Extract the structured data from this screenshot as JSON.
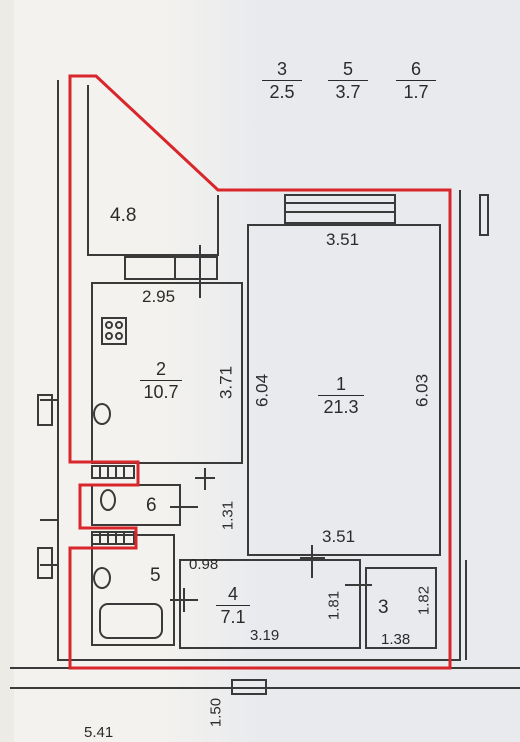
{
  "room_ratios": [
    {
      "room": "3",
      "area": "2.5"
    },
    {
      "room": "5",
      "area": "3.7"
    },
    {
      "room": "6",
      "area": "1.7"
    }
  ],
  "rooms": {
    "main": {
      "number": "1",
      "area": "21.3"
    },
    "kitchen": {
      "number": "2",
      "area": "10.7"
    },
    "hall": {
      "number": "4",
      "area": "7.1"
    },
    "loggia_area": "4.8",
    "bath": "5",
    "wc": "6",
    "closet": "3"
  },
  "dimensions": {
    "main_top": "3.51",
    "main_bottom": "3.51",
    "main_left": "6.04",
    "main_right": "6.03",
    "kitchen_top": "2.95",
    "kitchen_right": "3.71",
    "wc_side": "1.31",
    "hall_left": "0.98",
    "hall_bottom": "3.19",
    "hall_right": "1.81",
    "closet_right": "1.82",
    "closet_bottom": "1.38",
    "below_plan": "1.50",
    "bottom_left": "5.41"
  },
  "colors": {
    "outline": "#d8262a",
    "lines": "#3a3a3a"
  }
}
